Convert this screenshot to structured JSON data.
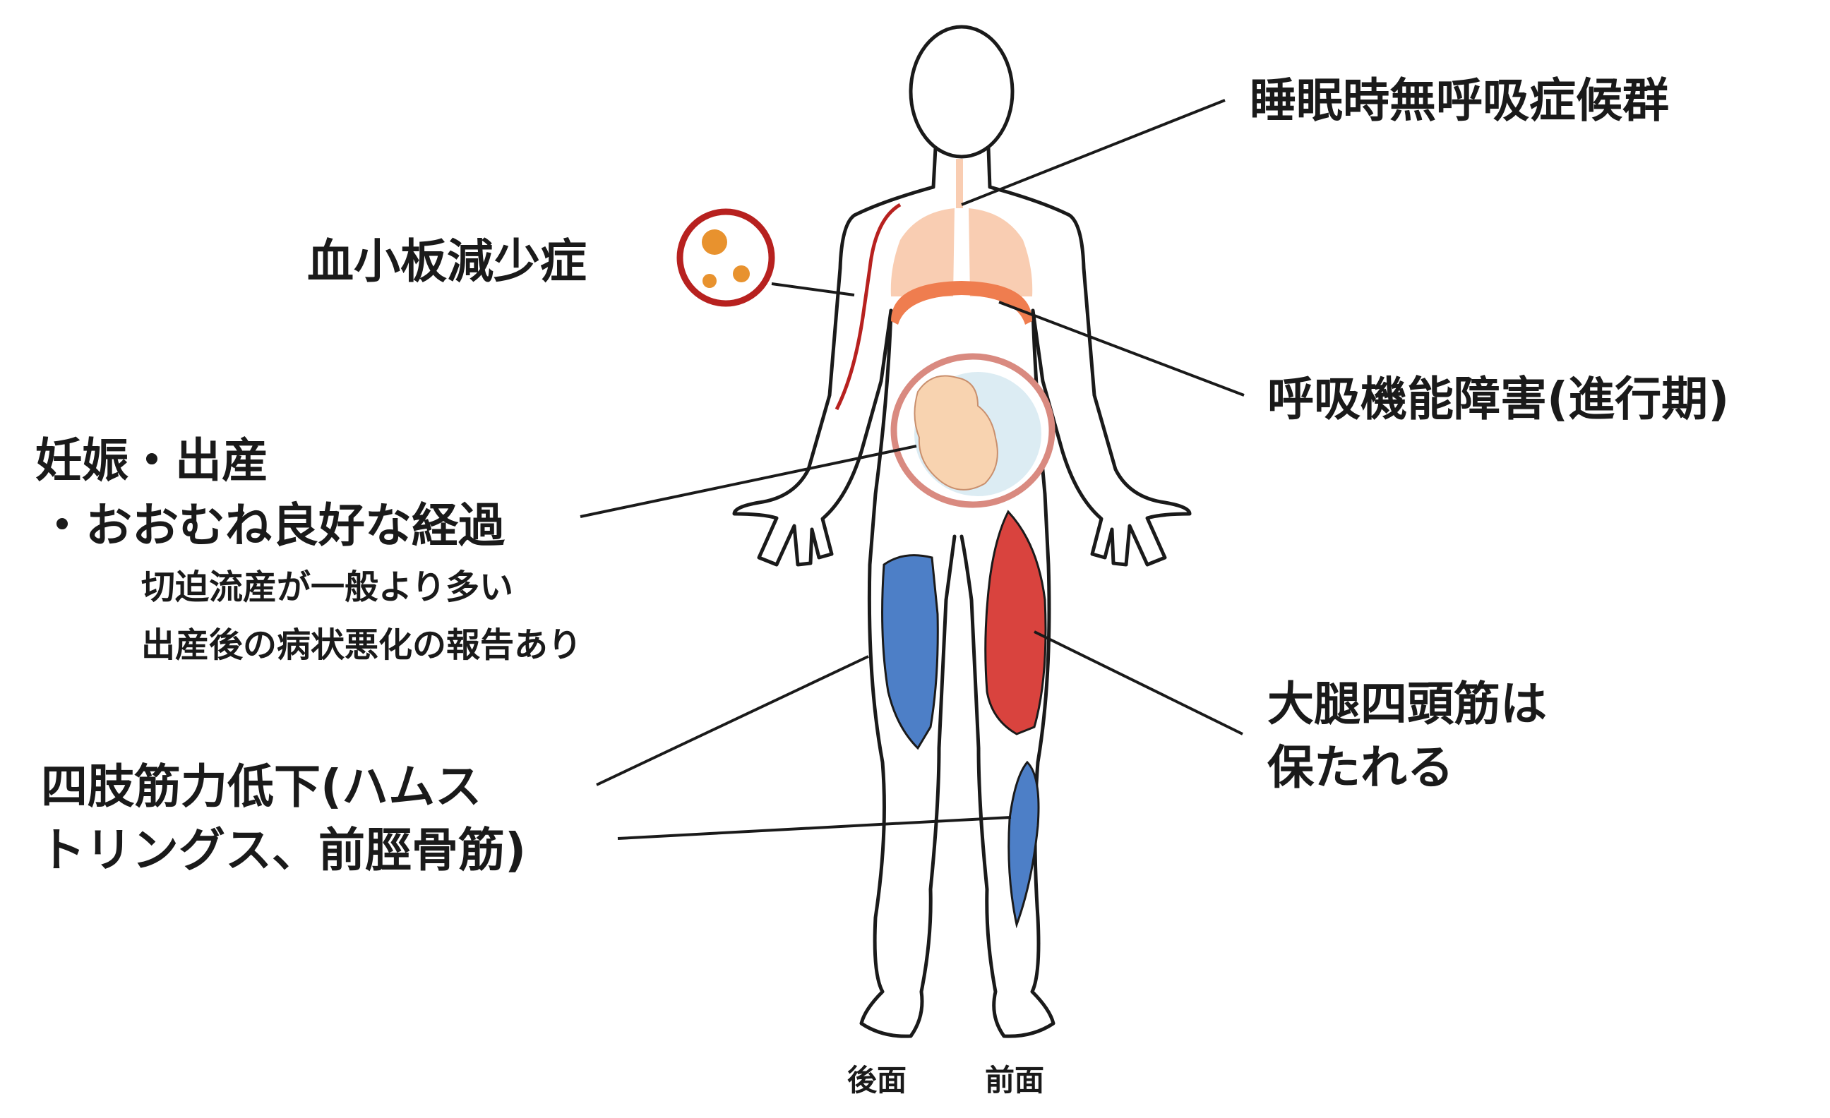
{
  "labels": {
    "sleep_apnea": "睡眠時無呼吸症候群",
    "thrombocytopenia": "血小板減少症",
    "respiratory": "呼吸機能障害(進行期)",
    "pregnancy_line1": "妊娠・出産",
    "pregnancy_line2": "・おおむね良好な経過",
    "pregnancy_note1": "切迫流産が一般より多い",
    "pregnancy_note2": "出産後の病状悪化の報告あり",
    "quadriceps_line1": "大腿四頭筋は",
    "quadriceps_line2": "保たれる",
    "limb_weakness_line1": "四肢筋力低下(ハムス",
    "limb_weakness_line2": "トリングス、前脛骨筋)",
    "back_view": "後面",
    "front_view": "前面"
  },
  "colors": {
    "outline": "#1a1a1a",
    "lungs": "#f9cdb2",
    "diaphragm": "#ef7d4f",
    "vessel": "#b7211f",
    "uterus_ring": "#d98a80",
    "fetus": "#f8d3b0",
    "amniotic": "#dcecf3",
    "hamstring_blue": "#4d7fc7",
    "quadriceps_red": "#d9433e",
    "platelet": "#e8922e"
  }
}
